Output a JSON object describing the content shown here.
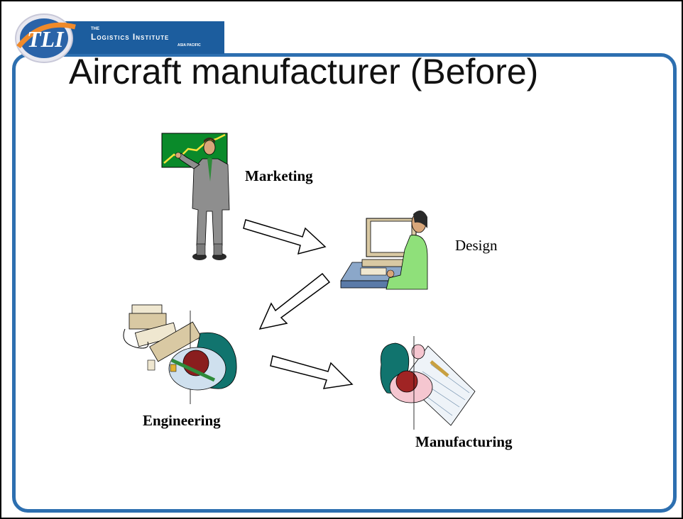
{
  "slide": {
    "title": "Aircraft manufacturer (Before)"
  },
  "logo": {
    "badge_text": "TLI",
    "the_text": "THE",
    "name_text": "Logistics Institute",
    "sub_text": "ASIA PACIFIC"
  },
  "diagram": {
    "nodes": [
      {
        "id": "marketing",
        "label": "Marketing",
        "icon": "presenter-icon"
      },
      {
        "id": "design",
        "label": "Design",
        "icon": "computer-user-icon"
      },
      {
        "id": "engineering",
        "label": "Engineering",
        "icon": "typist-topview-icon"
      },
      {
        "id": "manufacturing",
        "label": "Manufacturing",
        "icon": "blueprint-worker-icon"
      }
    ],
    "flow": [
      "marketing",
      "design",
      "engineering",
      "manufacturing"
    ]
  },
  "colors": {
    "frame_border": "#2d6fb0",
    "logo_band": "#1c5d9e",
    "chart_board": "#0a8a2a",
    "chair_teal": "#11746e"
  }
}
